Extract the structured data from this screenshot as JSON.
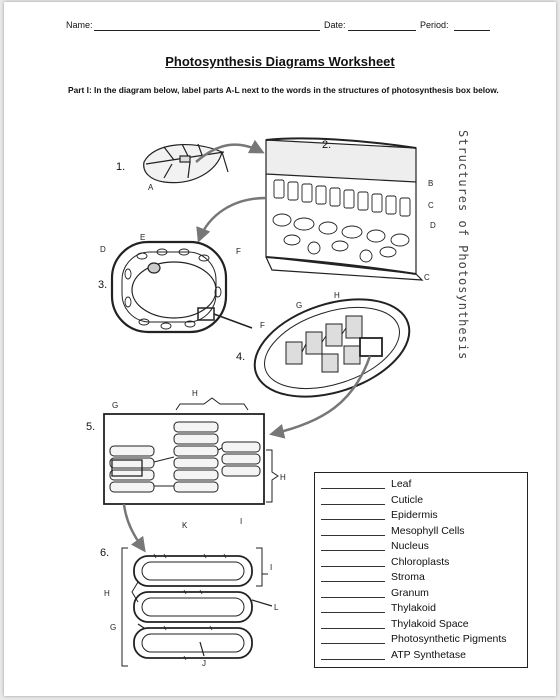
{
  "header": {
    "name_label": "Name:",
    "date_label": "Date:",
    "period_label": "Period:"
  },
  "title": "Photosynthesis Diagrams Worksheet",
  "instructions": "Part I: In the diagram below, label parts A-L next to the words in the structures of photosynthesis box below.",
  "side_label": "Structures of Photosynthesis",
  "diagram": {
    "numbers": [
      "1.",
      "2.",
      "3.",
      "4.",
      "5.",
      "6."
    ],
    "letters": {
      "a": "A",
      "b": "B",
      "c": "C",
      "d": "D",
      "e": "E",
      "f": "F",
      "g": "G",
      "h": "H",
      "i": "I",
      "j": "J",
      "k": "K",
      "l": "L"
    }
  },
  "structures": [
    "Leaf",
    "Cuticle",
    "Epidermis",
    "Mesophyll Cells",
    "Nucleus",
    "Chloroplasts",
    "Stroma",
    "Granum",
    "Thylakoid",
    "Thylakoid Space",
    "Photosynthetic Pigments",
    "ATP Synthetase"
  ],
  "colors": {
    "ink": "#222222",
    "paper": "#ffffff",
    "backdrop": "#e9e9e9"
  }
}
